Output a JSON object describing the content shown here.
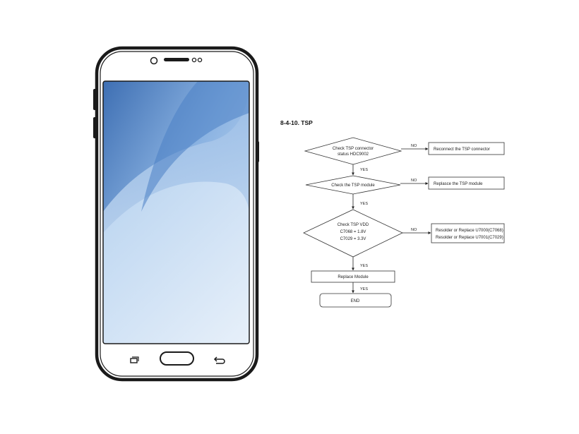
{
  "diagram": {
    "title": "8-4-10. TSP",
    "nodes": {
      "check_connector": {
        "line1": "Check TSP connector",
        "line2": "status HDC9002"
      },
      "check_module": "Check the TSP module",
      "check_vdd": {
        "line1": "Check TSP VDD",
        "line2": "C7068 = 1.8V",
        "line3": "C7029 = 3.3V"
      },
      "reconnect": "Reconnect the TSP connector",
      "replace_tsp": "Replasce the TSP module",
      "resolder": {
        "line1": "Resolder or Replace U7000(C7068)",
        "line2": "Resolder or Replace U7001(C7029)"
      },
      "replace_module": "Replace Module",
      "end": "END"
    },
    "labels": {
      "no": "NO",
      "yes": "YES"
    }
  },
  "colors": {
    "screen_top": "#5d8fd1",
    "screen_mid": "#a9c7ea",
    "screen_bottom": "#dce9f7",
    "outline": "#1a1a1a"
  }
}
